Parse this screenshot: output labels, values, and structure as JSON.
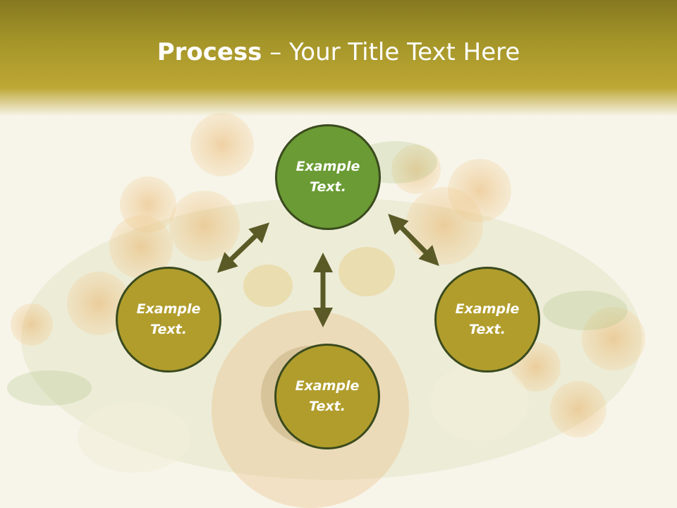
{
  "slide": {
    "title_bold": "Process",
    "title_rest": " – Your Title Text Here"
  },
  "nodes": {
    "top": "Example\nText.",
    "left": "Example\nText.",
    "right": "Example\nText.",
    "bottom": "Example\nText."
  },
  "colors": {
    "header": "#a49529",
    "node_gold": "#b19d2c",
    "node_green": "#6a9b34",
    "arrow": "#5a5a26",
    "node_border": "#3a4a1e"
  },
  "icons": [
    "double-arrow-icon",
    "flower-bouquet-image"
  ]
}
